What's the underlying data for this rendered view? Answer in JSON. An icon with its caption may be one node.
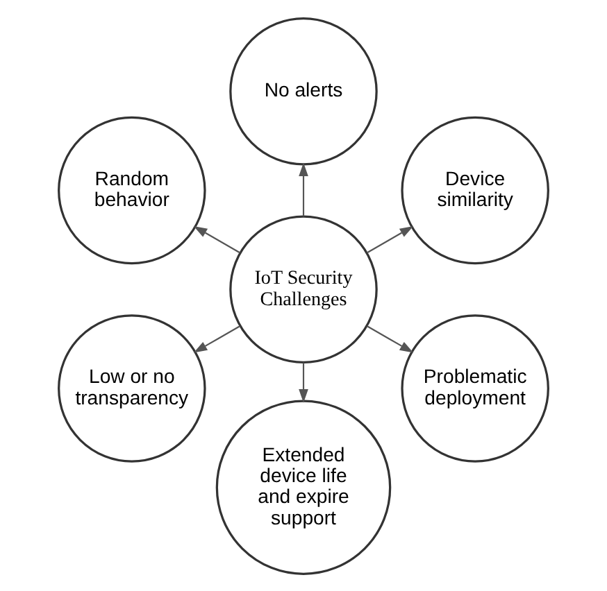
{
  "diagram": {
    "nodes": [
      {
        "text": [
          "Device similarity"
        ]
      },
      {
        "text": [
          "No alerts"
        ]
      },
      {
        "text": [
          "Random behavior"
        ]
      },
      {
        "text": [
          "IoT Security Challenges"
        ]
      },
      {
        "text": [
          "Low or no transparency"
        ]
      },
      {
        "text": [
          "Extended device life and expire support"
        ]
      },
      {
        "text": [
          "Problematic deployment"
        ]
      }
    ],
    "edges": [
      {
        "from": 3,
        "to": 0,
        "arrow": "to"
      },
      {
        "from": 3,
        "to": 1,
        "arrow": "to"
      },
      {
        "from": 3,
        "to": 2,
        "arrow": "to"
      },
      {
        "from": 3,
        "to": 4,
        "arrow": "to"
      },
      {
        "from": 3,
        "to": 5,
        "arrow": "to"
      },
      {
        "from": 3,
        "to": 6,
        "arrow": "to"
      }
    ]
  }
}
